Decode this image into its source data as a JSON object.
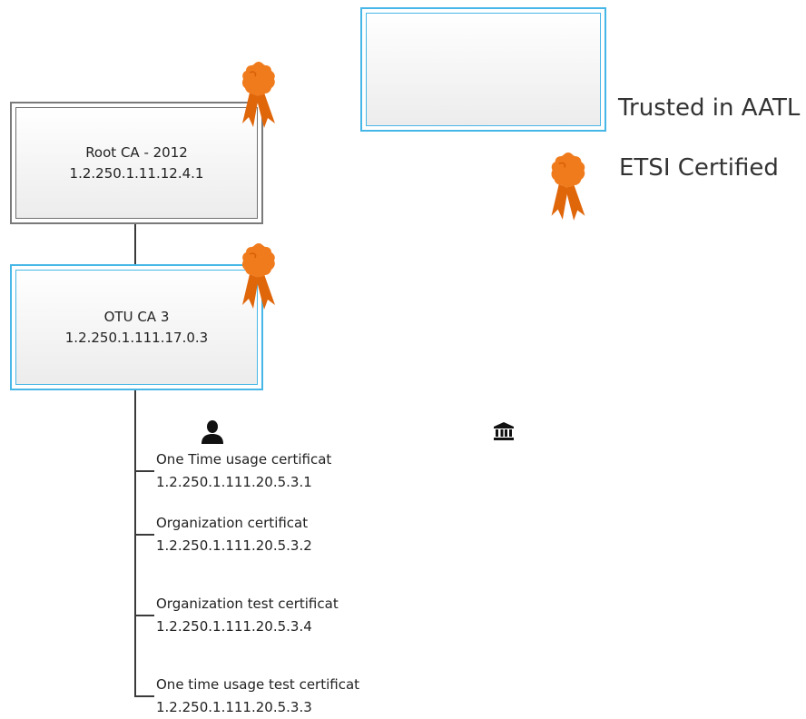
{
  "root_ca": {
    "name": "Root CA - 2012",
    "oid": "1.2.250.1.11.12.4.1"
  },
  "otu_ca": {
    "name": "OTU CA 3",
    "oid": "1.2.250.1.111.17.0.3"
  },
  "certificates": [
    {
      "name": "One Time usage certificat",
      "oid": "1.2.250.1.111.20.5.3.1"
    },
    {
      "name": "Organization certificat",
      "oid": "1.2.250.1.111.20.5.3.2"
    },
    {
      "name": "Organization test certificat",
      "oid": "1.2.250.1.111.20.5.3.4"
    },
    {
      "name": "One time usage test certificat",
      "oid": "1.2.250.1.111.20.5.3.3"
    }
  ],
  "legend": {
    "trusted_label": "Trusted in AATL",
    "etsi_label": "ETSI Certified"
  },
  "icons": {
    "ribbon": "award-ribbon-icon",
    "person": "person-icon",
    "institution": "institution-icon"
  },
  "colors": {
    "ribbon_orange": "#f07b1c",
    "ribbon_dark": "#e0660a",
    "trusted_blue": "#47b7e7",
    "root_border": "#7a7a7a"
  }
}
